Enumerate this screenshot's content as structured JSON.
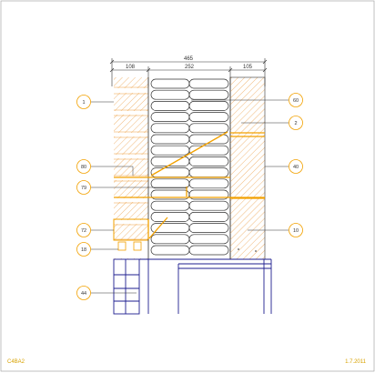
{
  "dimensions": {
    "total": "465",
    "left": "108",
    "middle": "252",
    "right": "105"
  },
  "callouts_left": [
    {
      "label": "1"
    },
    {
      "label": "80"
    },
    {
      "label": "79"
    },
    {
      "label": "72"
    },
    {
      "label": "18"
    },
    {
      "label": "44"
    }
  ],
  "callouts_right": [
    {
      "label": "60"
    },
    {
      "label": "2"
    },
    {
      "label": "40"
    },
    {
      "label": "10"
    }
  ],
  "footer": {
    "code": "C4BA2",
    "date": "1.7.2011"
  },
  "colors": {
    "accent": "#f2a100",
    "hatch": "#f0b97a",
    "line": "#333333",
    "structure": "#1d1d8f"
  }
}
